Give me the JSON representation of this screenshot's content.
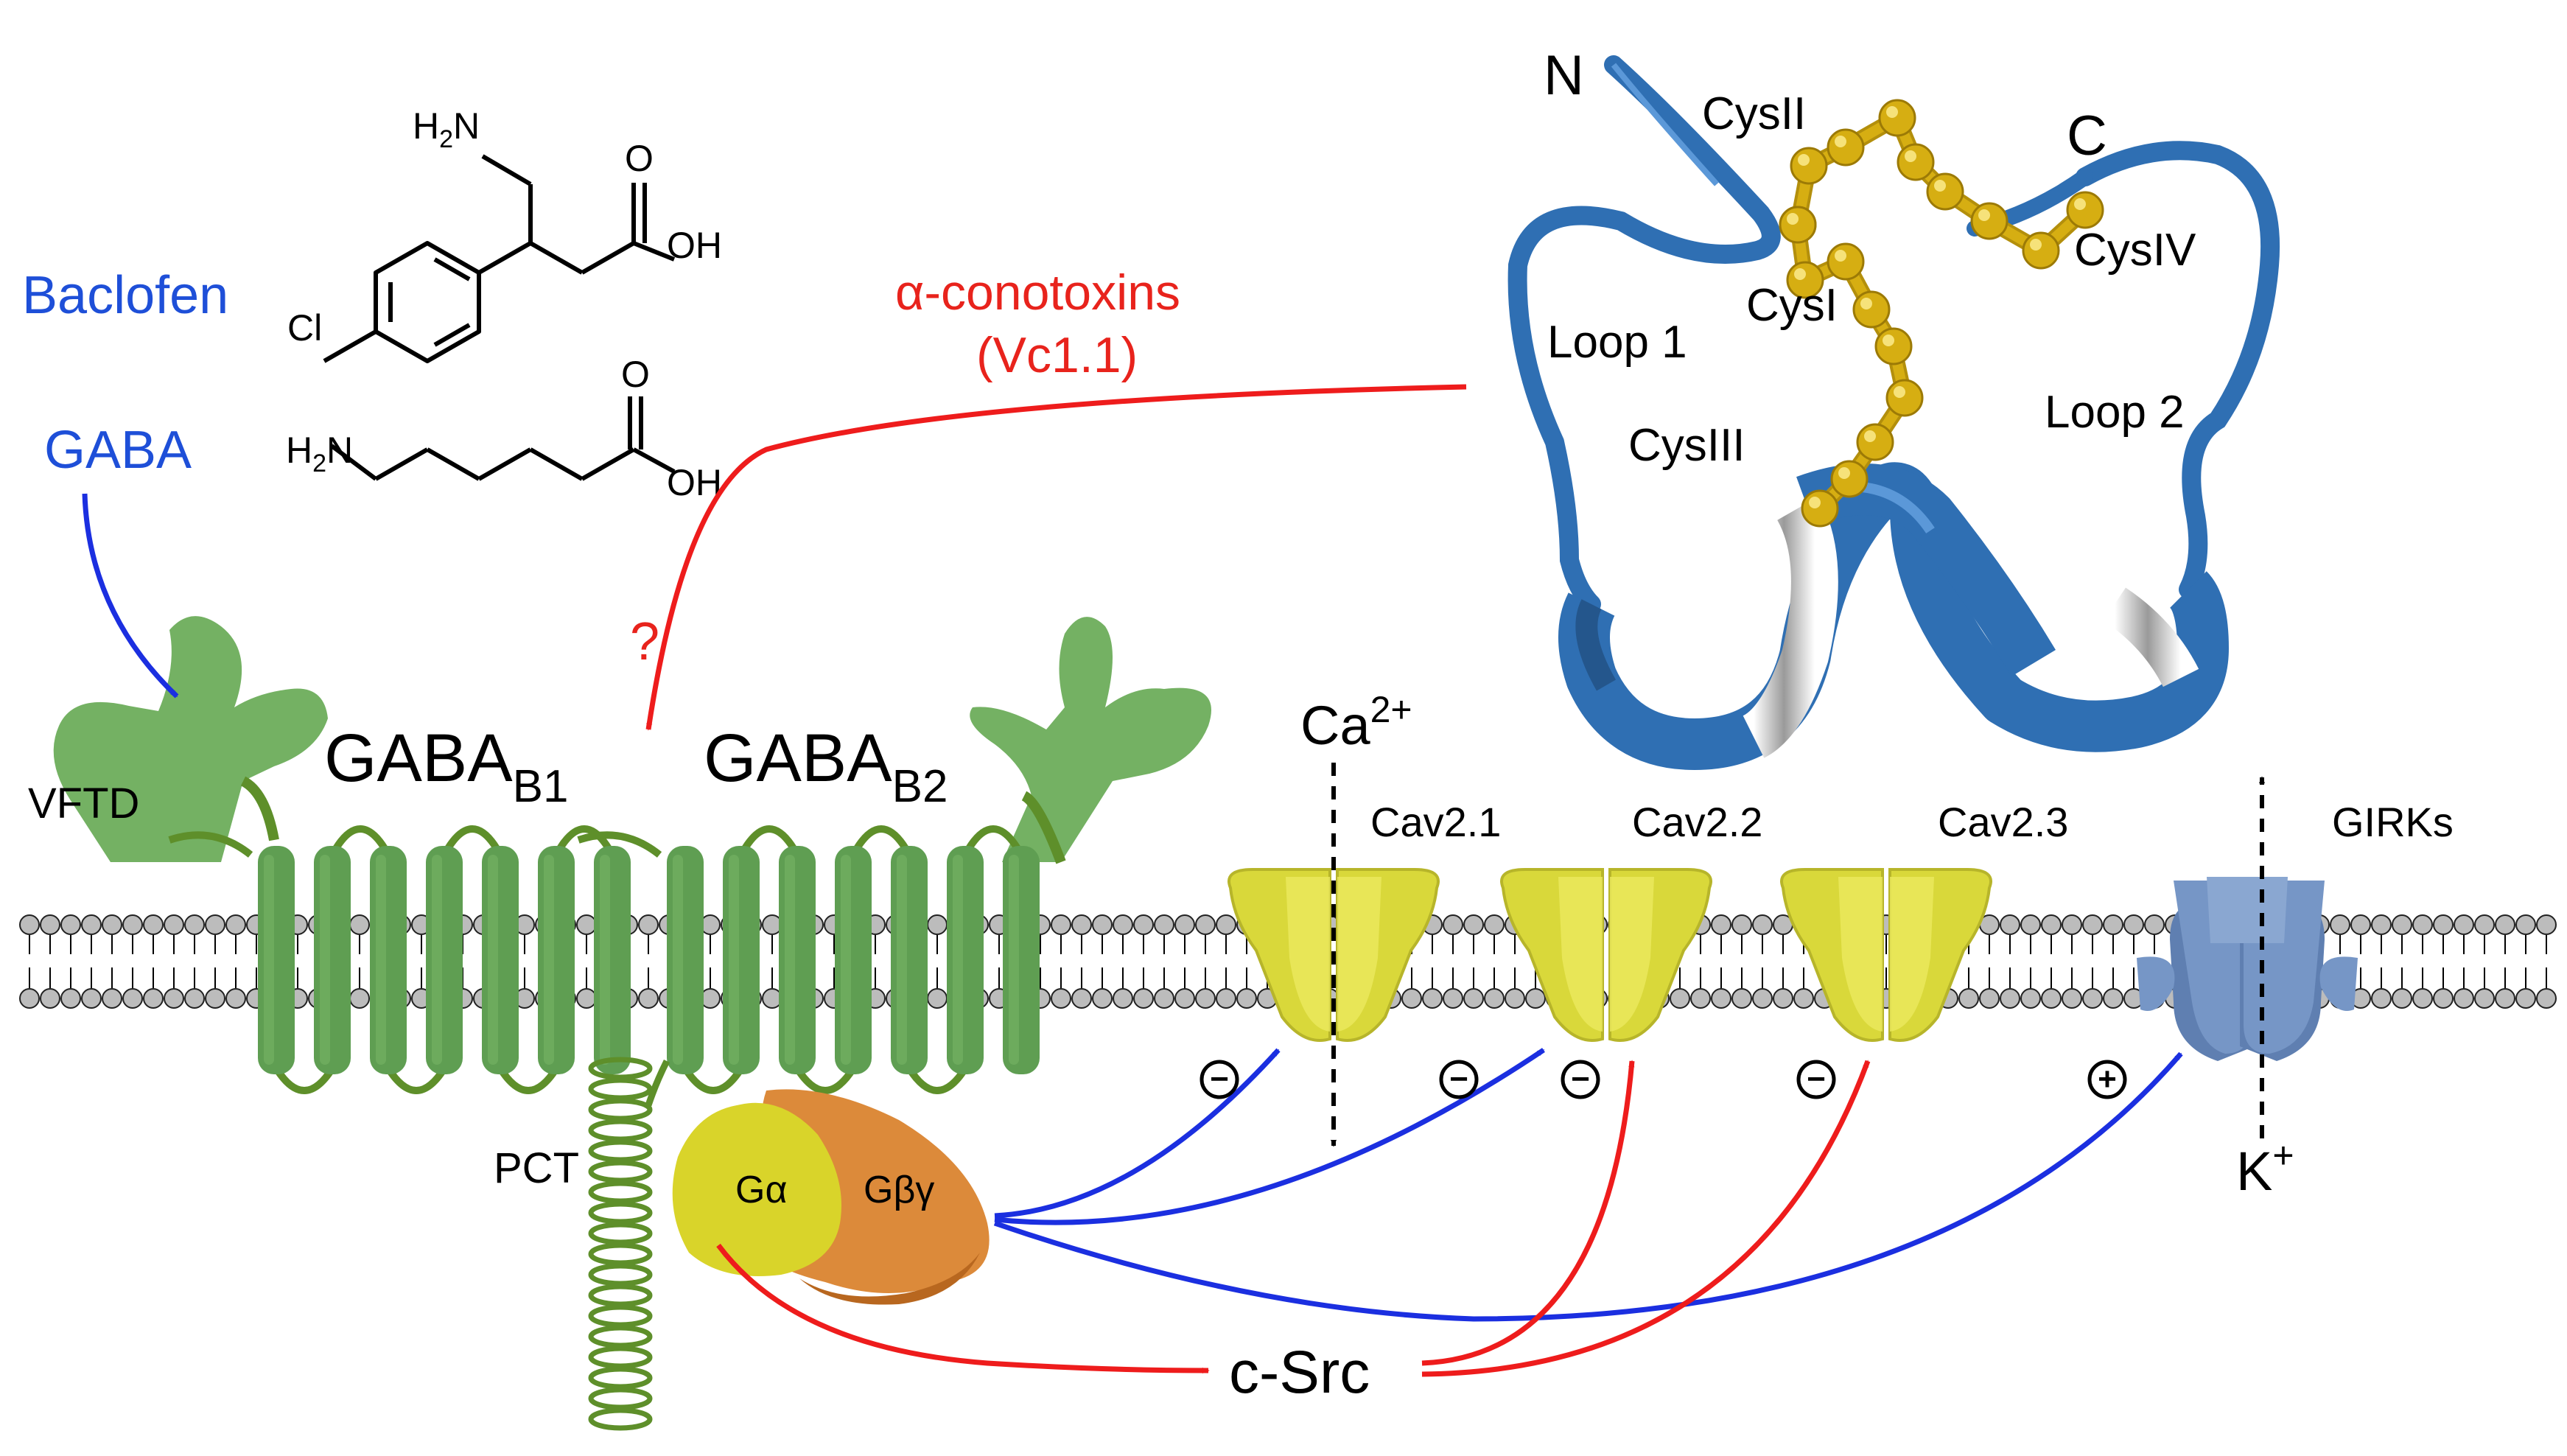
{
  "colors": {
    "receptor": "#5f9e52",
    "receptor_dark": "#3f7a34",
    "receptor_light": "#74b163",
    "loop": "#5e8f2a",
    "channel": "#d9d83a",
    "channel_dark": "#b7b52a",
    "girk": "#6f8fbf",
    "peptide": "#2f6fb3",
    "disulfide": "#d6ae12",
    "g_alpha": "#d9d42a",
    "g_beta": "#dc8a3a",
    "arrow_blue": "#1b2fe0",
    "arrow_red": "#ee1c1c",
    "label_blue": "#1e4fd8",
    "label_red": "#e8231c",
    "lipid_head": "#bcbcbc"
  },
  "ligands": {
    "baclofen": "Baclofen",
    "gaba": "GABA",
    "baclofen_structure": {
      "amine": "H",
      "amine_sub": "2",
      "amine_n": "N",
      "carbonyl_o": "O",
      "hydroxyl": "OH",
      "chloro": "Cl"
    },
    "gaba_structure": {
      "amine": "H",
      "amine_sub": "2",
      "amine_n": "N",
      "carbonyl_o": "O",
      "hydroxyl": "OH"
    }
  },
  "toxin": {
    "name_line1": "α-conotoxins",
    "name_line2": "(Vc1.1)",
    "question": "?",
    "n_term": "N",
    "c_term": "C",
    "cys1": "CysI",
    "cys2": "CysII",
    "cys3": "CysIII",
    "cys4": "CysIV",
    "loop1": "Loop 1",
    "loop2": "Loop 2"
  },
  "receptor": {
    "vftd": "VFTD",
    "b1_main": "GABA",
    "b1_sub": "B1",
    "b2_main": "GABA",
    "b2_sub": "B2",
    "pct": "PCT"
  },
  "gprotein": {
    "alpha": "Gα",
    "betagamma": "Gβγ"
  },
  "channels": {
    "cav21": "Cav2.1",
    "cav22": "Cav2.2",
    "cav23": "Cav2.3",
    "girks": "GIRKs"
  },
  "ions": {
    "ca": "Ca",
    "ca_charge": "2+",
    "k": "K",
    "k_charge": "+"
  },
  "signs": {
    "minus": "−",
    "plus": "+"
  },
  "kinase": "c-Src"
}
